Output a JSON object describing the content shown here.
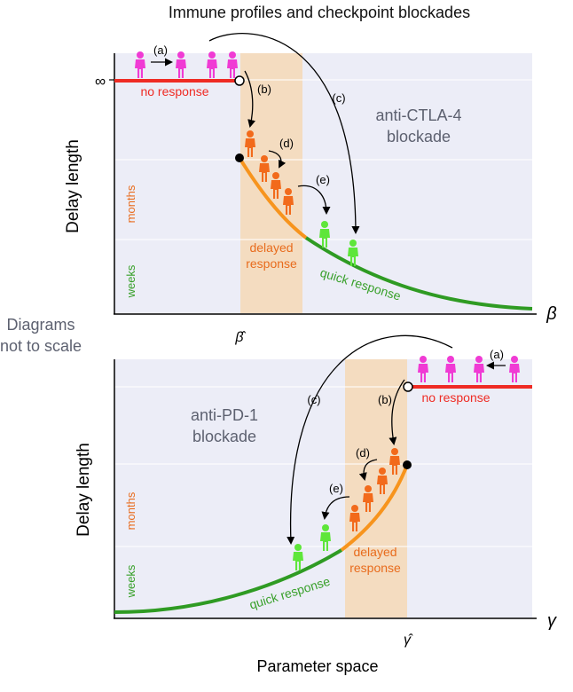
{
  "title": "Immune profiles and checkpoint blockades",
  "side_note": [
    "Diagrams",
    "not to scale"
  ],
  "x_caption": "Parameter space",
  "colors": {
    "panel_bg": "#ecedf7",
    "band": "#f4dcc0",
    "no_response": "#ef2b24",
    "delayed": "#f7941d",
    "quick": "#2f9b23",
    "patient_naive": "#f03bd4",
    "patient_delayed": "#f26a1b",
    "patient_quick": "#5ee63a",
    "text_gray": "#5d6170",
    "months": "#e86b1c",
    "weeks": "#38a02a"
  },
  "top_panel": {
    "ylabel": "Delay length",
    "inf_label": "∞",
    "months_label": "months",
    "weeks_label": "weeks",
    "no_response_label": "no response",
    "delayed_label": [
      "delayed",
      "response"
    ],
    "quick_label": "quick response",
    "blockade_label": [
      "anti-CTLA-4",
      "blockade"
    ],
    "axis_symbol": "β",
    "threshold_label": "β̂",
    "steps": [
      "(a)",
      "(b)",
      "(c)",
      "(d)",
      "(e)"
    ]
  },
  "bottom_panel": {
    "ylabel": "Delay length",
    "months_label": "months",
    "weeks_label": "weeks",
    "no_response_label": "no response",
    "delayed_label": [
      "delayed",
      "response"
    ],
    "quick_label": "quick response",
    "blockade_label": [
      "anti-PD-1",
      "blockade"
    ],
    "axis_symbol": "γ",
    "threshold_label": "γ̂",
    "steps": [
      "(a)",
      "(b)",
      "(c)",
      "(d)",
      "(e)"
    ]
  }
}
